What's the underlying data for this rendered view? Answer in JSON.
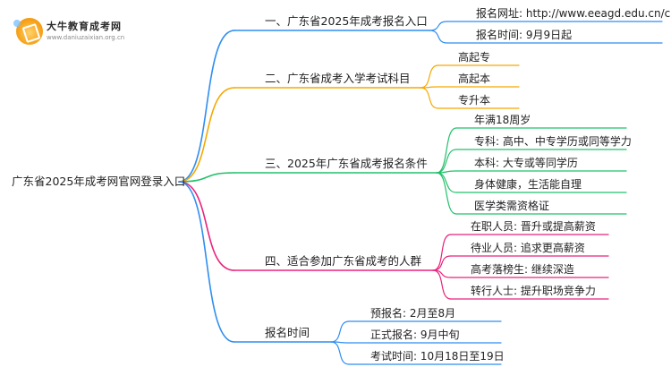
{
  "logo": {
    "name": "大牛教育成考网",
    "url": "www.daniuzaixian.org.cn"
  },
  "root": {
    "label": "广东省2025年成考网官网登录入口"
  },
  "branches": [
    {
      "label": "一、广东省2025年成考报名入口",
      "color": "#2f8ef0",
      "items": [
        "报名网址: http://www.eeagd.edu.cn/cr",
        "报名时间: 9月9日起"
      ]
    },
    {
      "label": "二、广东省成考入学考试科目",
      "color": "#f5a800",
      "items": [
        "高起专",
        "高起本",
        "专升本"
      ]
    },
    {
      "label": "三、2025年广东省成考报名条件",
      "color": "#22c06a",
      "items": [
        "年满18周岁",
        "专科: 高中、中专学历或同等学力",
        "本科: 大专或等同学历",
        "身体健康，生活能自理",
        "医学类需资格证"
      ]
    },
    {
      "label": "四、适合参加广东省成考的人群",
      "color": "#e8237b",
      "items": [
        "在职人员: 晋升或提高薪资",
        "待业人员: 追求更高薪资",
        "高考落榜生: 继续深造",
        "转行人士: 提升职场竞争力"
      ]
    },
    {
      "label": "报名时间",
      "color": "#2f8ef0",
      "items": [
        "预报名: 2月至8月",
        "正式报名: 9月中旬",
        "考试时间: 10月18日至19日"
      ]
    }
  ]
}
